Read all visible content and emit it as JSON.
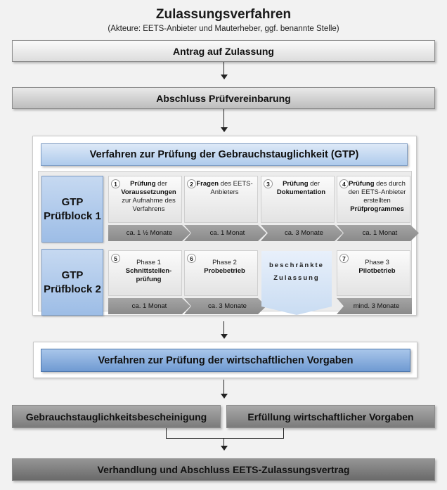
{
  "title": "Zulassungsverfahren",
  "subtitle": "(Akteure: EETS-Anbieter und Mauterheber, ggf. benannte Stelle)",
  "steps": {
    "antrag": "Antrag auf Zulassung",
    "abschluss": "Abschluss Prüfvereinbarung",
    "gtp_header": "Verfahren zur Prüfung der Gebrauchstauglichkeit (GTP)",
    "wirtschaft": "Verfahren zur Prüfung der wirtschaftlichen Vorgaben",
    "bescheinigung": "Gebrauchstauglichkeitsbescheinigung",
    "erfuellung": "Erfüllung wirtschaftlicher Vorgaben",
    "verhandlung": "Verhandlung und Abschluss EETS-Zulassungsvertrag"
  },
  "block1": {
    "label_line1": "GTP",
    "label_line2": "Prüfblock 1",
    "cards": [
      {
        "num": "1",
        "parts": [
          {
            "t": "Prüfung",
            "b": true
          },
          {
            "t": " der ",
            "b": false
          },
          {
            "t": "Voraussetzungen",
            "b": true
          },
          {
            "t": " zur Aufnahme des Verfahrens",
            "b": false
          }
        ],
        "duration": "ca. 1 ½ Monate"
      },
      {
        "num": "2",
        "parts": [
          {
            "t": "Fragen",
            "b": true
          },
          {
            "t": " des EETS-Anbieters",
            "b": false
          }
        ],
        "duration": "ca. 1 Monat"
      },
      {
        "num": "3",
        "parts": [
          {
            "t": "Prüfung",
            "b": true
          },
          {
            "t": " der ",
            "b": false
          },
          {
            "t": "Dokumentation",
            "b": true
          }
        ],
        "duration": "ca. 3 Monate"
      },
      {
        "num": "4",
        "parts": [
          {
            "t": "Prüfung",
            "b": true
          },
          {
            "t": " des durch den EETS-Anbieter erstellten ",
            "b": false
          },
          {
            "t": "Prüfprogrammes",
            "b": true
          }
        ],
        "duration": "ca. 1 Monat"
      }
    ]
  },
  "block2": {
    "label_line1": "GTP",
    "label_line2": "Prüfblock 2",
    "cards": [
      {
        "num": "5",
        "phase": "Phase 1",
        "name": "Schnittstellen-prüfung",
        "duration": "ca. 1 Monat"
      },
      {
        "num": "6",
        "phase": "Phase 2",
        "name": "Probebetrieb",
        "duration": "ca. 3 Monate"
      },
      {
        "num": "7",
        "phase": "Phase 3",
        "name": "Pilotbetrieb",
        "duration": "mind. 3 Monate"
      }
    ],
    "restricted_line1": "beschränkte",
    "restricted_line2": "Zulassung"
  }
}
